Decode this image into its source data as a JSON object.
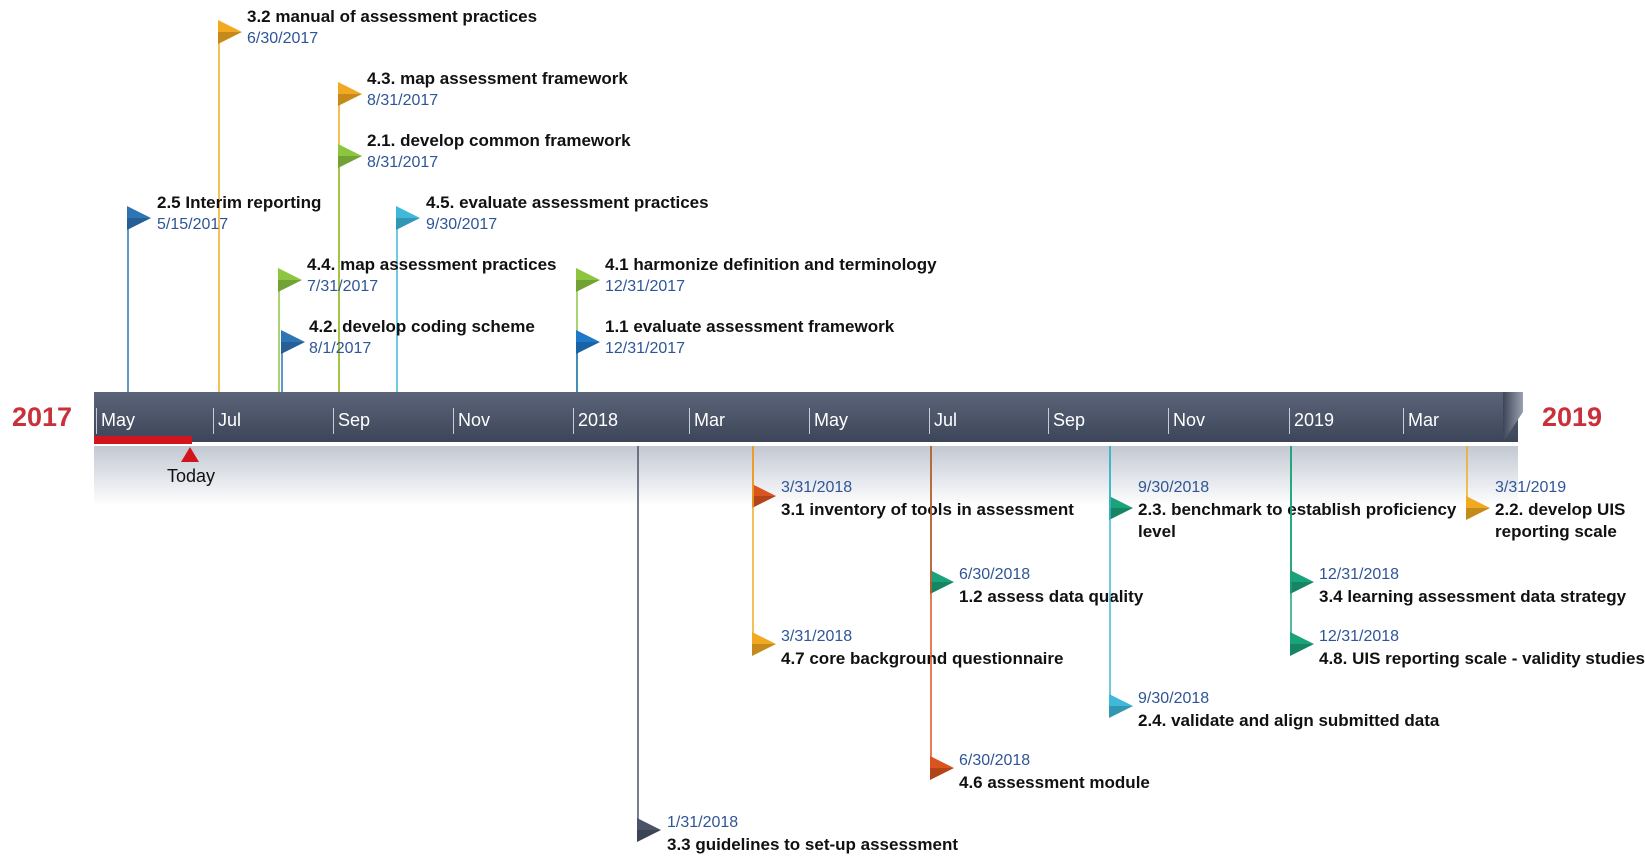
{
  "timeline": {
    "start_year": "2017",
    "end_year": "2019",
    "months": [
      "May",
      "Jul",
      "Sep",
      "Nov",
      "2018",
      "Mar",
      "May",
      "Jul",
      "Sep",
      "Nov",
      "2019",
      "Mar"
    ],
    "today_label": "Today",
    "colors": {
      "band": "#4a5367",
      "year_text": "#c9313a",
      "elapsed": "#d2141e",
      "date_text": "#2e5597"
    }
  },
  "milestones": [
    {
      "id": "3.2",
      "title": "3.2  manual of assessment practices",
      "date": "6/30/2017",
      "color": "#f2a922",
      "side": "above"
    },
    {
      "id": "4.3",
      "title": "4.3. map assessment framework",
      "date": "8/31/2017",
      "color": "#f2a922",
      "side": "above"
    },
    {
      "id": "2.1",
      "title": "2.1. develop common framework",
      "date": "8/31/2017",
      "color": "#8cc63f",
      "side": "above"
    },
    {
      "id": "2.5",
      "title": "2.5 Interim reporting",
      "date": "5/15/2017",
      "color": "#2e75b6",
      "side": "above"
    },
    {
      "id": "4.5",
      "title": "4.5. evaluate assessment practices",
      "date": "9/30/2017",
      "color": "#3fb8d9",
      "side": "above"
    },
    {
      "id": "4.4",
      "title": "4.4. map assessment practices",
      "date": "7/31/2017",
      "color": "#8cc63f",
      "side": "above"
    },
    {
      "id": "4.1",
      "title": "4.1  harmonize definition and terminology",
      "date": "12/31/2017",
      "color": "#8cc63f",
      "side": "above"
    },
    {
      "id": "4.2",
      "title": "4.2. develop coding scheme",
      "date": "8/1/2017",
      "color": "#2e75b6",
      "side": "above"
    },
    {
      "id": "1.1",
      "title": "1.1 evaluate assessment framework",
      "date": "12/31/2017",
      "color": "#1f78c8",
      "side": "above"
    },
    {
      "id": "3.1",
      "title": "3.1 inventory of tools in assessment",
      "date": "3/31/2018",
      "color": "#d9541e",
      "side": "below"
    },
    {
      "id": "2.3",
      "title": "2.3. benchmark to establish proficiency level",
      "date": "9/30/2018",
      "color": "#1aa37a",
      "side": "below"
    },
    {
      "id": "2.2",
      "title": "2.2. develop UIS reporting scale",
      "date": "3/31/2019",
      "color": "#f2a922",
      "side": "below"
    },
    {
      "id": "1.2",
      "title": "1.2 assess data quality",
      "date": "6/30/2018",
      "color": "#1aa37a",
      "side": "below"
    },
    {
      "id": "3.4",
      "title": "3.4 learning assessment data strategy",
      "date": "12/31/2018",
      "color": "#1aa37a",
      "side": "below"
    },
    {
      "id": "4.7",
      "title": "4.7 core background questionnaire",
      "date": "3/31/2018",
      "color": "#f2a922",
      "side": "below"
    },
    {
      "id": "4.8",
      "title": "4.8. UIS reporting scale - validity studies",
      "date": "12/31/2018",
      "color": "#1aa37a",
      "side": "below"
    },
    {
      "id": "2.4",
      "title": "2.4. validate and align submitted data",
      "date": "9/30/2018",
      "color": "#3fb8d9",
      "side": "below"
    },
    {
      "id": "4.6",
      "title": "4.6 assessment module",
      "date": "6/30/2018",
      "color": "#d9541e",
      "side": "below"
    },
    {
      "id": "3.3",
      "title": "3.3 guidelines to set-up assessment",
      "date": "1/31/2018",
      "color": "#4a5367",
      "side": "below"
    }
  ]
}
